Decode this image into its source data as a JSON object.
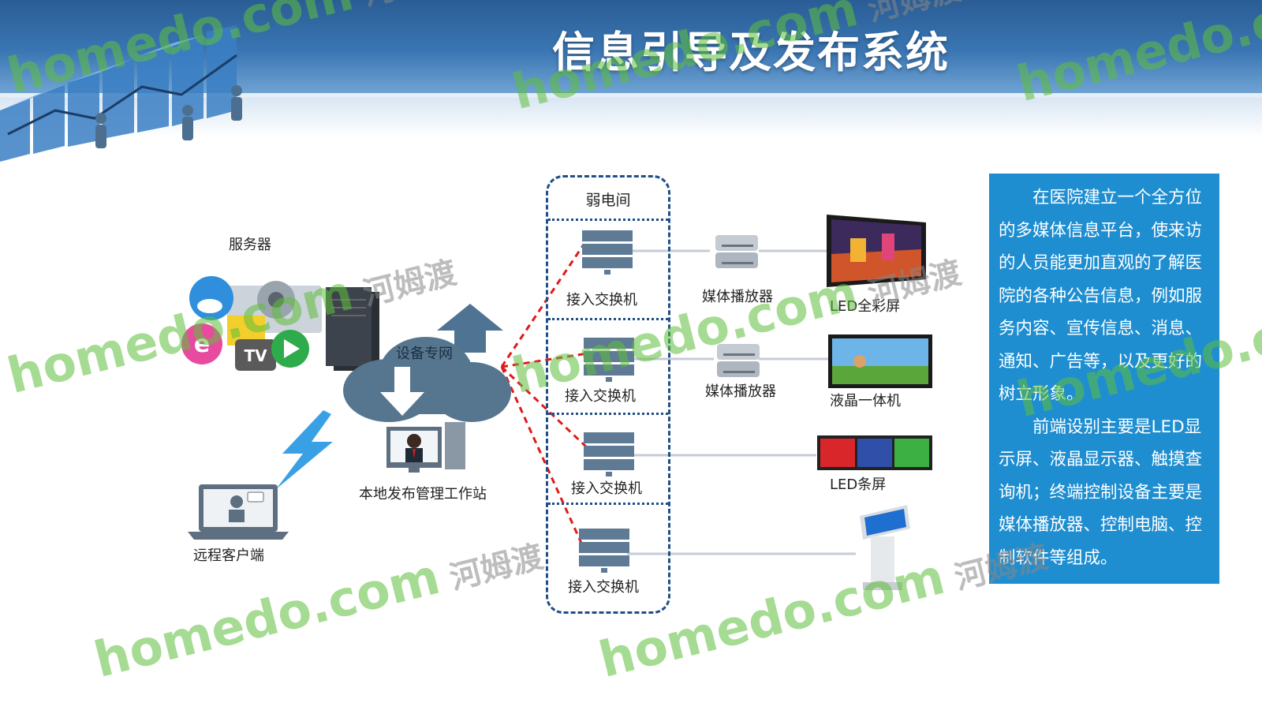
{
  "header": {
    "title": "信息引导及发布系统"
  },
  "diagram": {
    "server_label": "服务器",
    "network_label": "设备专网",
    "workstation_label": "本地发布管理工作站",
    "remote_label": "远程客户端",
    "room": {
      "title": "弱电间",
      "switches": [
        "接入交换机",
        "接入交换机",
        "接入交换机",
        "接入交换机"
      ]
    },
    "players": [
      "媒体播放器",
      "媒体播放器"
    ],
    "terminals": [
      "LED全彩屏",
      "液晶一体机",
      "LED条屏"
    ]
  },
  "info": {
    "paragraphs": [
      "在医院建立一个全方位的多媒体信息平台，使来访的人员能更加直观的了解医院的各种公告信息，例如服务内容、宣传信息、消息、通知、广告等，以及更好的树立形象。",
      "前端设别主要是LED显示屏、液晶显示器、触摸查询机；终端控制设备主要是媒体播放器、控制电脑、控制软件等组成。"
    ]
  },
  "watermark": {
    "text": "homedo.com",
    "cn": "河姆渡"
  },
  "colors": {
    "header": "#2a5d95",
    "info_bg": "#1e8ed1",
    "room_border": "#1f4f86",
    "link_red": "#e01a1a",
    "watermark": "#5fbf3c"
  }
}
